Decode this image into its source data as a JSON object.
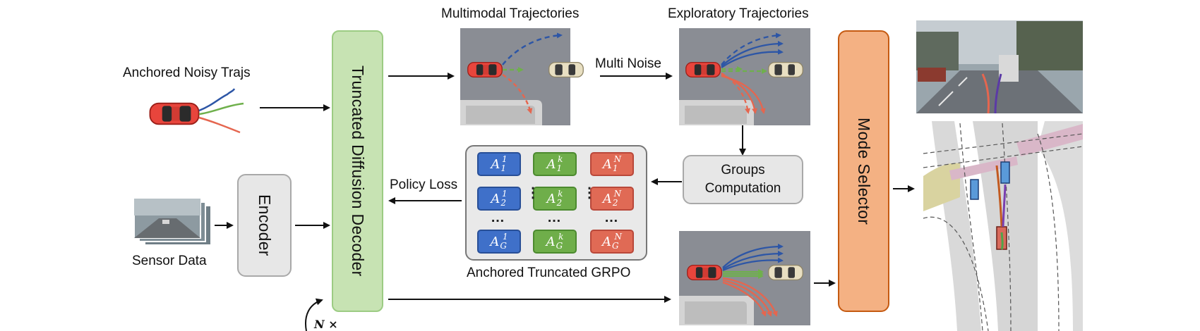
{
  "labels": {
    "multimodal_trajectories": "Multimodal  Trajectories",
    "exploratory_trajectories": "Exploratory  Trajectories",
    "anchored_noisy_trajs": "Anchored Noisy Trajs",
    "sensor_data": "Sensor Data",
    "multi_noise": "Multi Noise",
    "policy_loss": "Policy Loss",
    "anchored_truncated_grpo": "Anchored Truncated GRPO",
    "n_times": "N ×"
  },
  "blocks": {
    "encoder": "Encoder",
    "decoder": "Truncated Diffusion Decoder",
    "groups_computation_line1": "Groups",
    "groups_computation_line2": "Computation",
    "mode_selector": "Mode Selector"
  },
  "grpo_grid": {
    "rows": [
      {
        "row_sub": "1",
        "cells": [
          {
            "sup": "1"
          },
          {
            "sup": "k"
          },
          {
            "sup": "N"
          }
        ]
      },
      {
        "row_sub": "2",
        "cells": [
          {
            "sup": "1"
          },
          {
            "sup": "k"
          },
          {
            "sup": "N"
          }
        ]
      },
      {
        "row_sub": "G",
        "cells": [
          {
            "sup": "1"
          },
          {
            "sup": "k"
          },
          {
            "sup": "N"
          }
        ]
      }
    ],
    "symbol": "A",
    "ellipsis": "…",
    "vertical_ellipsis": "⋮"
  },
  "colors": {
    "decoder_fill": "#c7e3b3",
    "decoder_border": "#9ccc83",
    "mode_selector_fill": "#f4b183",
    "mode_selector_border": "#c55a11",
    "group_blue": "#3f70c9",
    "group_green": "#6fae4a",
    "group_red": "#e06a55",
    "road_gray": "#8a8d94",
    "car_red": "#e8453c",
    "car_beige": "#e8dfc2",
    "traj_blue": "#2d56a6",
    "traj_green": "#6fb04c",
    "traj_red": "#e5664f"
  }
}
